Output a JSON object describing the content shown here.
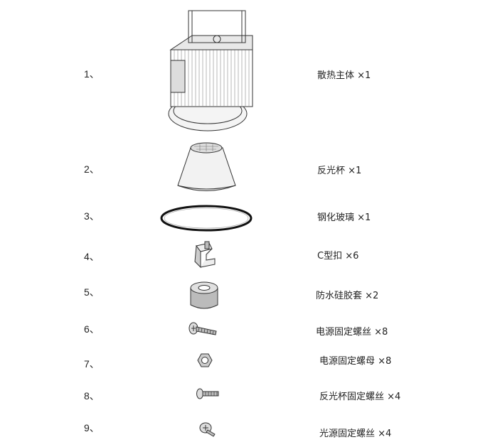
{
  "items": [
    {
      "num": "1、",
      "label": "散热主体 ×1",
      "icon": "heat-sink-body"
    },
    {
      "num": "2、",
      "label": "反光杯 ×1",
      "icon": "reflector-cup"
    },
    {
      "num": "3、",
      "label": "钢化玻璃 ×1",
      "icon": "tempered-glass-ring"
    },
    {
      "num": "4、",
      "label": "C型扣 ×6",
      "icon": "c-clip"
    },
    {
      "num": "5、",
      "label": "防水硅胶套 ×2",
      "icon": "silicone-sleeve"
    },
    {
      "num": "6、",
      "label": "电源固定螺丝 ×8",
      "icon": "screw"
    },
    {
      "num": "7、",
      "label": "电源固定螺母 ×8",
      "icon": "nut"
    },
    {
      "num": "8、",
      "label": "反光杯固定螺丝 ×4",
      "icon": "screw"
    },
    {
      "num": "9、",
      "label": "光源固定螺丝 ×4",
      "icon": "screw"
    }
  ]
}
